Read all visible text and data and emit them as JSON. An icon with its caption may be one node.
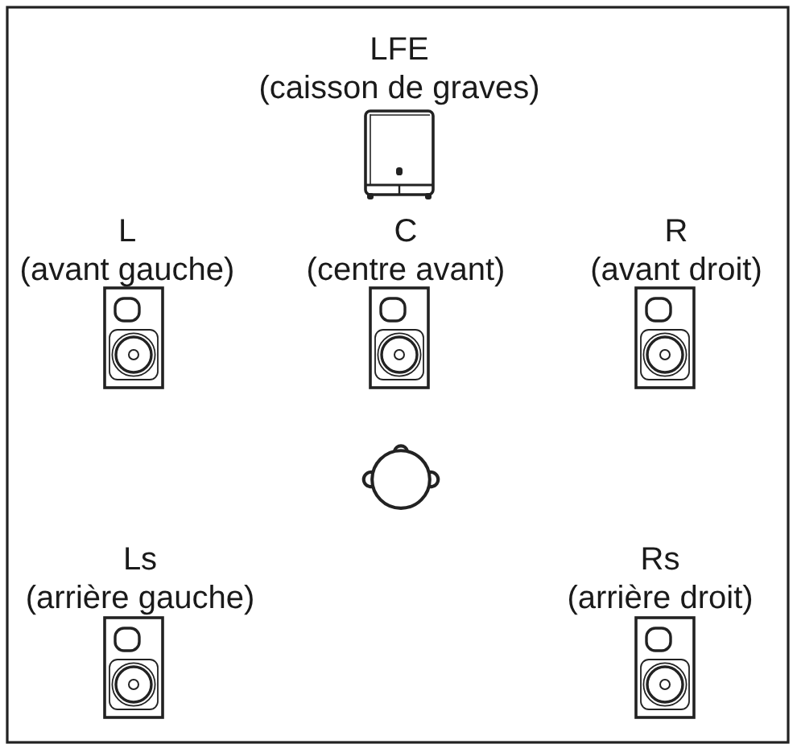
{
  "diagram": {
    "nodes": [
      {
        "text": [
          "LFE",
          "(caisson de graves)"
        ]
      },
      {
        "text": [
          "L",
          "(avant gauche)"
        ]
      },
      {
        "text": [
          "C",
          "(centre avant)"
        ]
      },
      {
        "text": [
          "R",
          "(avant droit)"
        ]
      },
      {
        "text": [],
        "shape": "person"
      },
      {
        "text": [
          "Ls",
          "(arrière gauche)"
        ]
      },
      {
        "text": [
          "Rs",
          "(arrière droit)"
        ]
      }
    ]
  }
}
